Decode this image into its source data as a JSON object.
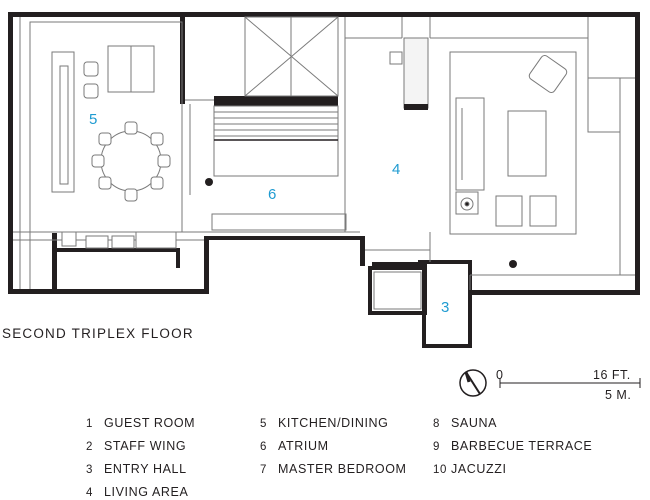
{
  "floor_title": "SECOND TRIPLEX FLOOR",
  "room_numbers": {
    "kitchen": "5",
    "atrium": "6",
    "living": "4",
    "entry": "3"
  },
  "scale": {
    "zero": "0",
    "feet": "16 FT.",
    "meters": "5 M."
  },
  "legend": [
    {
      "num": "1",
      "label": "GUEST ROOM"
    },
    {
      "num": "2",
      "label": "STAFF WING"
    },
    {
      "num": "3",
      "label": "ENTRY HALL"
    },
    {
      "num": "4",
      "label": "LIVING AREA"
    },
    {
      "num": "5",
      "label": "KITCHEN/DINING"
    },
    {
      "num": "6",
      "label": "ATRIUM"
    },
    {
      "num": "7",
      "label": "MASTER BEDROOM"
    },
    {
      "num": "8",
      "label": "SAUNA"
    },
    {
      "num": "9",
      "label": "BARBECUE TERRACE"
    },
    {
      "num": "10",
      "label": "JACUZZI"
    }
  ],
  "colors": {
    "wall": "#231f20",
    "line": "#7a7a7a",
    "room_number": "#1f9bd1"
  }
}
